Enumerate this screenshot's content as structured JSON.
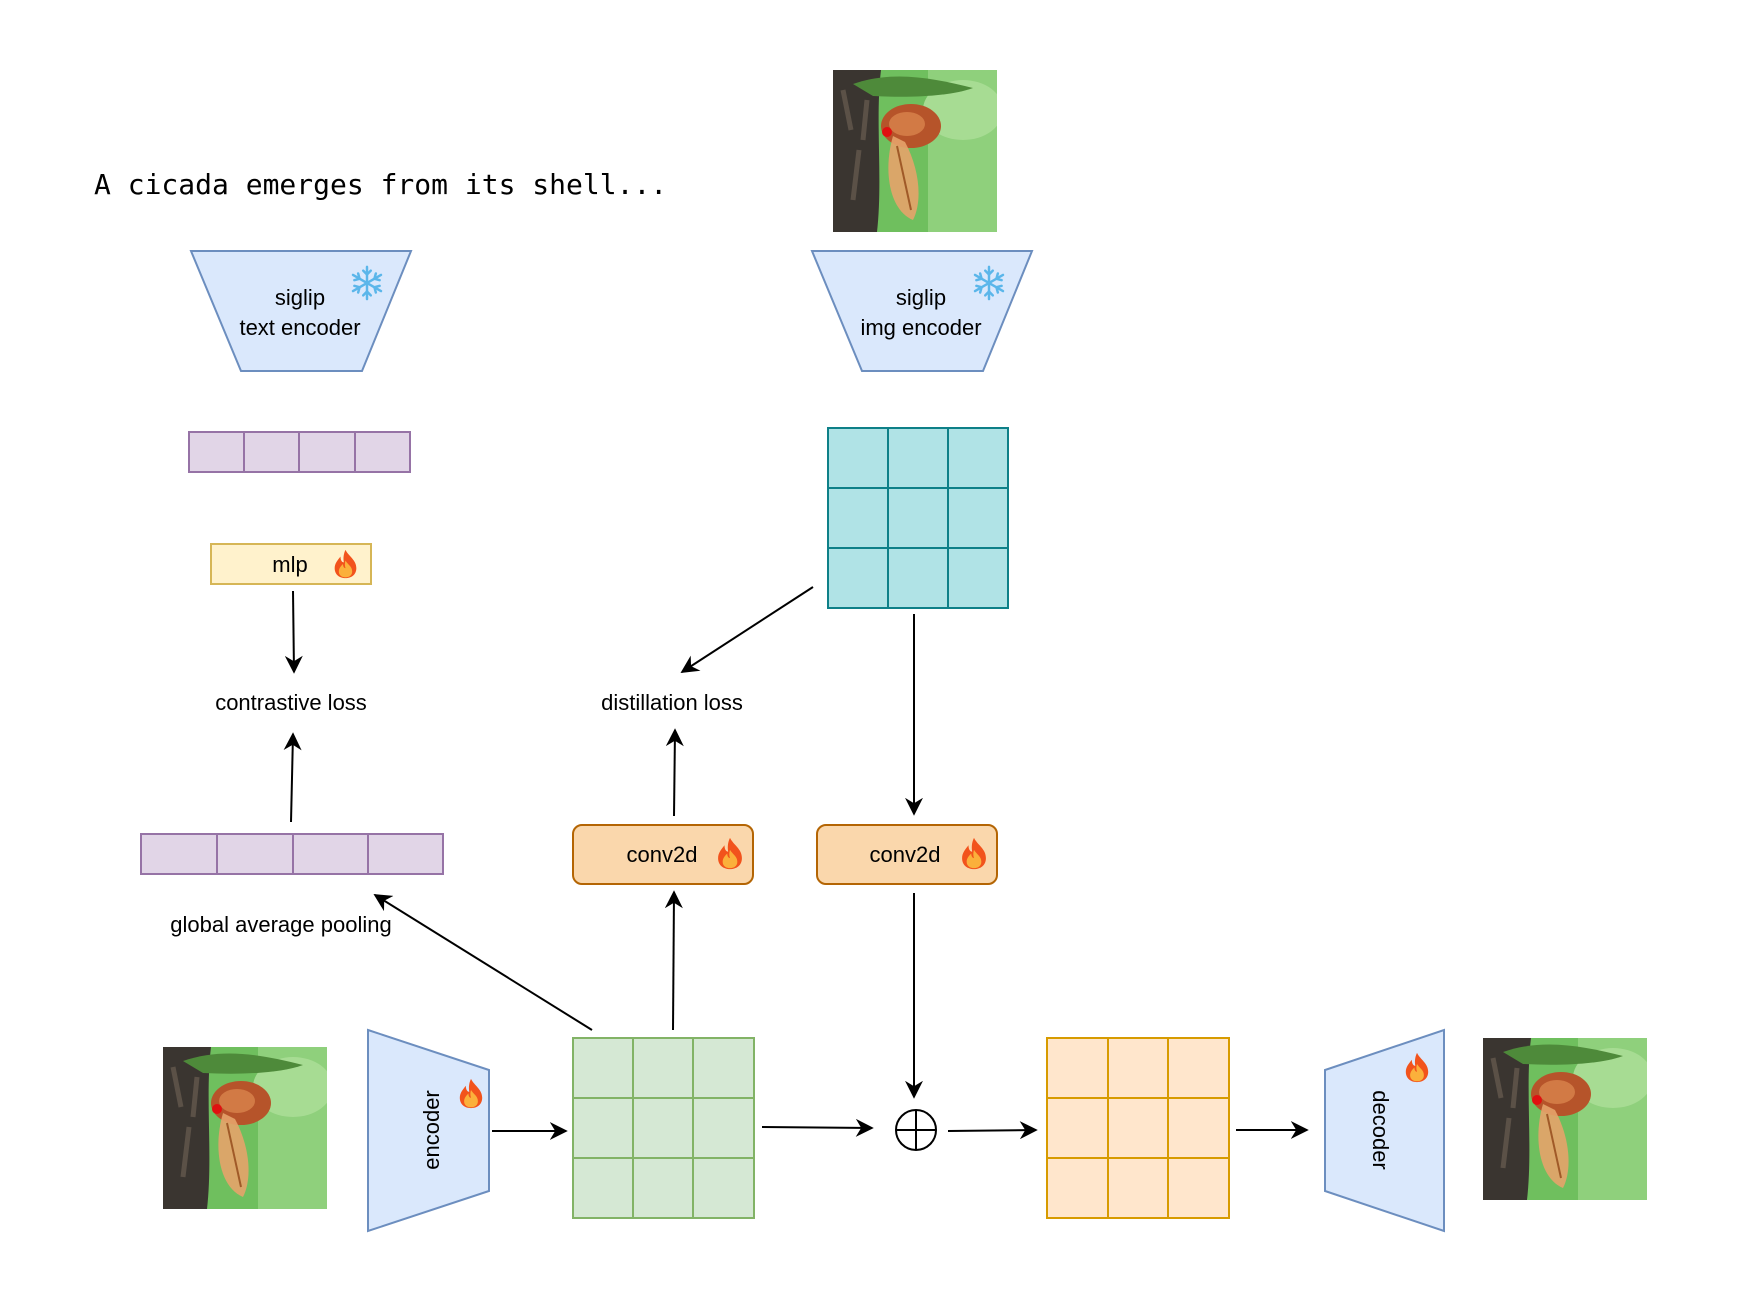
{
  "caption": "A cicada emerges from its shell...",
  "text_encoder": {
    "line1": "siglip",
    "line2": "text encoder",
    "status_icon": "snowflake-icon"
  },
  "img_encoder": {
    "line1": "siglip",
    "line2": "img encoder",
    "status_icon": "snowflake-icon"
  },
  "mlp": {
    "label": "mlp",
    "status_icon": "fire-icon"
  },
  "contrastive_loss": {
    "label": "contrastive loss"
  },
  "distillation_loss": {
    "label": "distillation loss"
  },
  "gap": {
    "label": "global average pooling"
  },
  "conv_left": {
    "label": "conv2d",
    "status_icon": "fire-icon"
  },
  "conv_right": {
    "label": "conv2d",
    "status_icon": "fire-icon"
  },
  "encoder": {
    "label": "encoder",
    "status_icon": "fire-icon"
  },
  "decoder": {
    "label": "decoder",
    "status_icon": "fire-icon"
  },
  "images": {
    "subject": "cicada-photo"
  },
  "colors": {
    "encoder_fill": "#dae8fc",
    "encoder_stroke": "#6c8ebf",
    "token_fill": "#e1d5e7",
    "token_stroke": "#9673a6",
    "mlp_fill": "#fff2cc",
    "mlp_stroke": "#d6b656",
    "conv_fill": "#fad7ac",
    "conv_stroke": "#b46504",
    "teal_fill": "#b0e3e6",
    "teal_stroke": "#0e8088",
    "green_fill": "#d5e8d4",
    "green_stroke": "#82b366",
    "orange_fill": "#ffe6cc",
    "orange_stroke": "#d79b00"
  }
}
